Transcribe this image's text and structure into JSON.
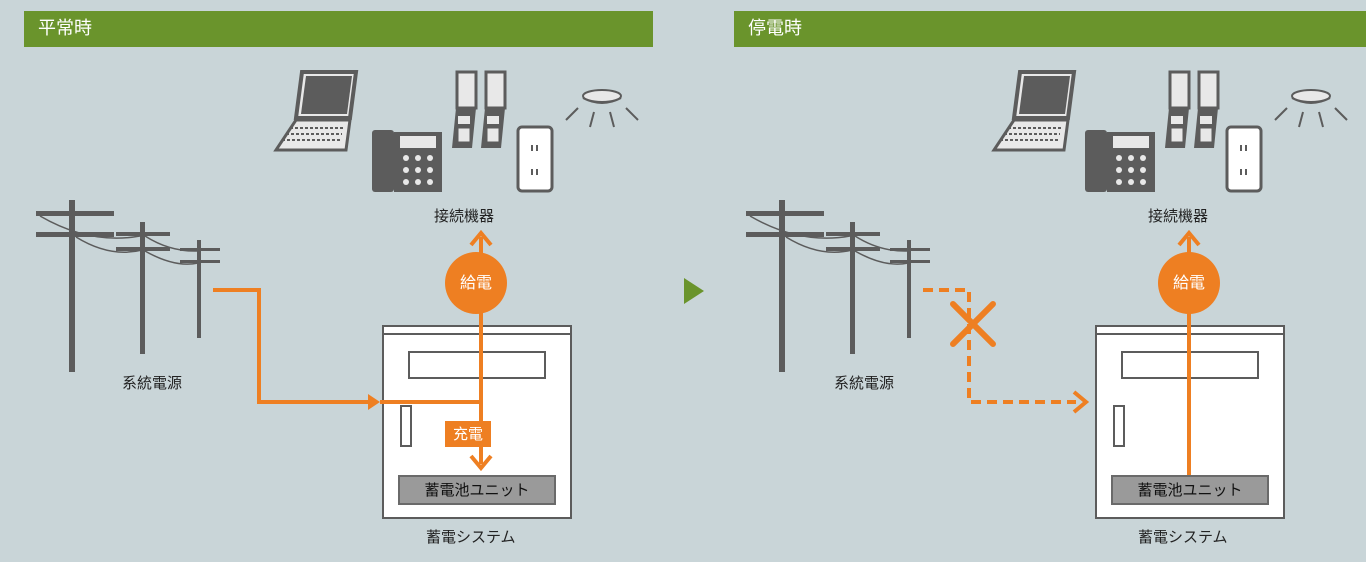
{
  "left": {
    "header": "平常時",
    "devices_label": "接続機器",
    "grid_label": "系統電源",
    "supply_label": "給電",
    "charge_label": "充電",
    "battery_label": "蓄電池ユニット",
    "system_label": "蓄電システム"
  },
  "right": {
    "header": "停電時",
    "devices_label": "接続機器",
    "grid_label": "系統電源",
    "supply_label": "給電",
    "battery_label": "蓄電池ユニット",
    "system_label": "蓄電システム"
  },
  "colors": {
    "accent": "#ee7f22",
    "header_bg": "#6a942c",
    "background": "#c9d5d8",
    "device_gray": "#5c5c5c"
  },
  "icons": [
    "laptop-icon",
    "phone-icon",
    "mobile-phone-icon",
    "outlet-icon",
    "ceiling-light-icon",
    "utility-pole-icon"
  ]
}
